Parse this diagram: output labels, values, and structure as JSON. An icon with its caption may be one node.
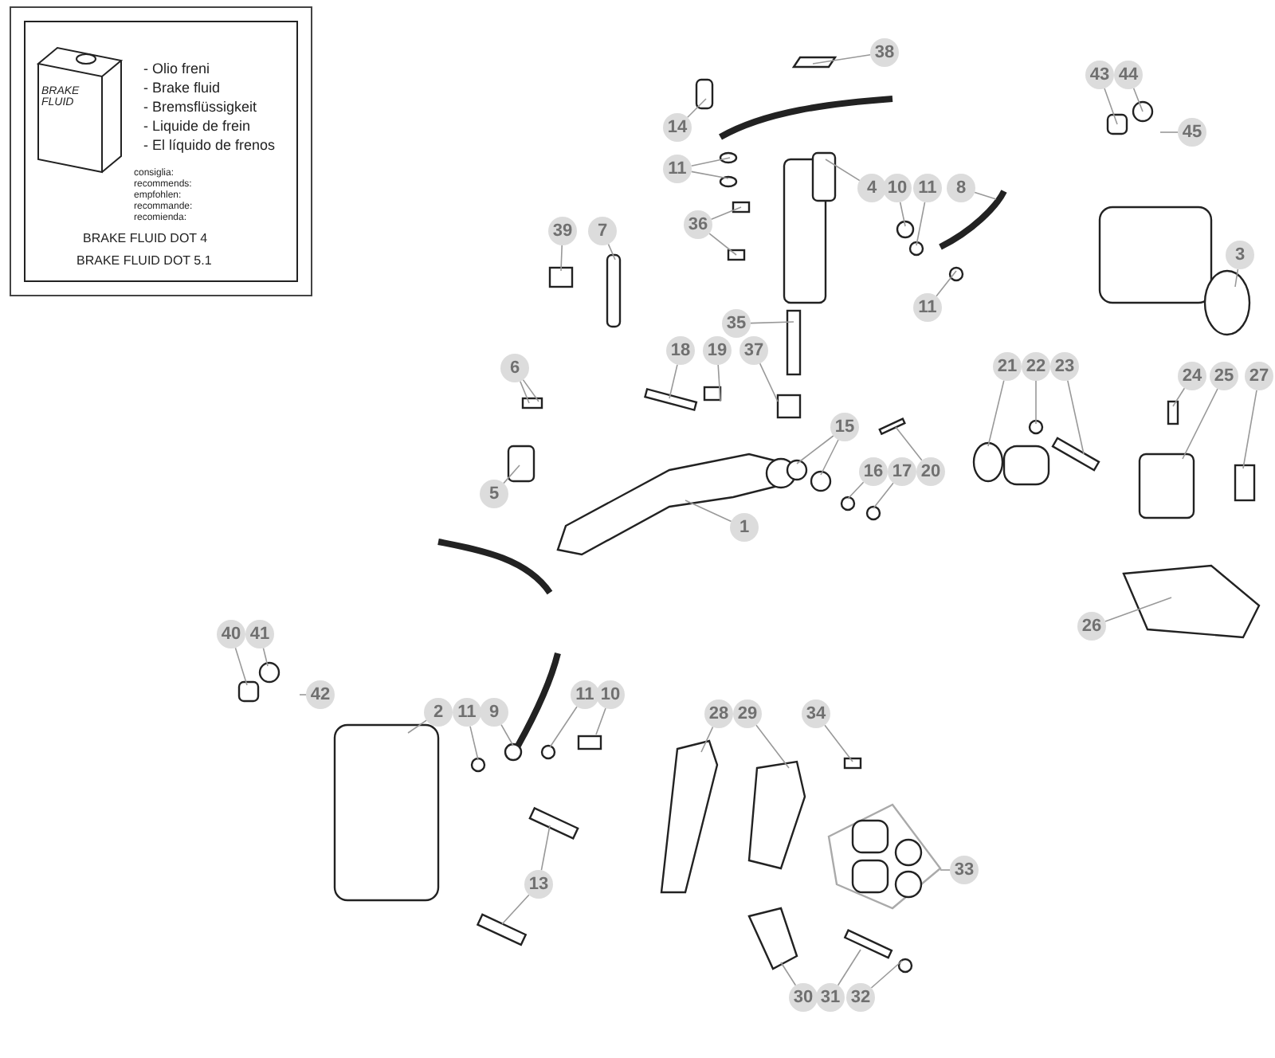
{
  "diagram": {
    "nodes": [
      {
        "text": [
          "- Olio freni",
          "- Brake fluid",
          "- Bremsflüssigkeit",
          "- Liquide de frein",
          "- El líquido de frenos",
          "consiglia:",
          "recommends:",
          "empfohlen:",
          "recommande:",
          "recomienda:",
          "BRAKE FLUID DOT 4",
          "BRAKE FLUID DOT 5.1"
        ]
      },
      {
        "text": [
          "BRAKE FLUID"
        ],
        "in": 0
      },
      {
        "text": [
          "38"
        ]
      },
      {
        "text": [
          "14"
        ]
      },
      {
        "text": [
          "11"
        ]
      },
      {
        "text": [
          "4"
        ]
      },
      {
        "text": [
          "10"
        ]
      },
      {
        "text": [
          "11"
        ]
      },
      {
        "text": [
          "8"
        ]
      },
      {
        "text": [
          "43"
        ]
      },
      {
        "text": [
          "44"
        ]
      },
      {
        "text": [
          "45"
        ]
      },
      {
        "text": [
          "36"
        ]
      },
      {
        "text": [
          "39"
        ]
      },
      {
        "text": [
          "7"
        ]
      },
      {
        "text": [
          "3"
        ]
      },
      {
        "text": [
          "11"
        ]
      },
      {
        "text": [
          "35"
        ]
      },
      {
        "text": [
          "18"
        ]
      },
      {
        "text": [
          "19"
        ]
      },
      {
        "text": [
          "37"
        ]
      },
      {
        "text": [
          "6"
        ]
      },
      {
        "text": [
          "21"
        ]
      },
      {
        "text": [
          "22"
        ]
      },
      {
        "text": [
          "23"
        ]
      },
      {
        "text": [
          "24"
        ]
      },
      {
        "text": [
          "25"
        ]
      },
      {
        "text": [
          "27"
        ]
      },
      {
        "text": [
          "15"
        ]
      },
      {
        "text": [
          "16"
        ]
      },
      {
        "text": [
          "17"
        ]
      },
      {
        "text": [
          "20"
        ]
      },
      {
        "text": [
          "5"
        ]
      },
      {
        "text": [
          "1"
        ]
      },
      {
        "text": [
          "26"
        ]
      },
      {
        "text": [
          "40"
        ]
      },
      {
        "text": [
          "41"
        ]
      },
      {
        "text": [
          "42"
        ]
      },
      {
        "text": [
          "2"
        ]
      },
      {
        "text": [
          "11"
        ]
      },
      {
        "text": [
          "9"
        ]
      },
      {
        "text": [
          "11"
        ]
      },
      {
        "text": [
          "10"
        ]
      },
      {
        "text": [
          "28"
        ]
      },
      {
        "text": [
          "29"
        ]
      },
      {
        "text": [
          "34"
        ]
      },
      {
        "text": [
          "33"
        ]
      },
      {
        "text": [
          "13"
        ]
      },
      {
        "text": [
          "30"
        ]
      },
      {
        "text": [
          "31"
        ]
      },
      {
        "text": [
          "32"
        ]
      }
    ],
    "edges": [
      {
        "from": 2,
        "to": null,
        "arrow": "none"
      },
      {
        "from": 3,
        "to": null,
        "arrow": "none"
      },
      {
        "from": 4,
        "to": null,
        "arrow": "none"
      },
      {
        "from": 4,
        "to": null,
        "arrow": "none"
      },
      {
        "from": 5,
        "to": null,
        "arrow": "none"
      },
      {
        "from": 6,
        "to": null,
        "arrow": "none"
      },
      {
        "from": 7,
        "to": null,
        "arrow": "none"
      },
      {
        "from": 8,
        "to": null,
        "arrow": "none"
      },
      {
        "from": 9,
        "to": null,
        "arrow": "none"
      },
      {
        "from": 10,
        "to": null,
        "arrow": "none"
      },
      {
        "from": 11,
        "to": null,
        "arrow": "none"
      },
      {
        "from": 12,
        "to": null,
        "arrow": "none"
      },
      {
        "from": 12,
        "to": null,
        "arrow": "none"
      },
      {
        "from": 13,
        "to": null,
        "arrow": "none"
      },
      {
        "from": 14,
        "to": null,
        "arrow": "none"
      },
      {
        "from": 15,
        "to": null,
        "arrow": "none"
      },
      {
        "from": 16,
        "to": null,
        "arrow": "none"
      },
      {
        "from": 17,
        "to": null,
        "arrow": "none"
      },
      {
        "from": 18,
        "to": null,
        "arrow": "none"
      },
      {
        "from": 19,
        "to": null,
        "arrow": "none"
      },
      {
        "from": 20,
        "to": null,
        "arrow": "none"
      },
      {
        "from": 21,
        "to": null,
        "arrow": "none"
      },
      {
        "from": 21,
        "to": null,
        "arrow": "none"
      },
      {
        "from": 22,
        "to": null,
        "arrow": "none"
      },
      {
        "from": 23,
        "to": null,
        "arrow": "none"
      },
      {
        "from": 24,
        "to": null,
        "arrow": "none"
      },
      {
        "from": 25,
        "to": null,
        "arrow": "none"
      },
      {
        "from": 26,
        "to": null,
        "arrow": "none"
      },
      {
        "from": 27,
        "to": null,
        "arrow": "none"
      },
      {
        "from": 28,
        "to": null,
        "arrow": "none"
      },
      {
        "from": 28,
        "to": null,
        "arrow": "none"
      },
      {
        "from": 29,
        "to": null,
        "arrow": "none"
      },
      {
        "from": 30,
        "to": null,
        "arrow": "none"
      },
      {
        "from": 31,
        "to": null,
        "arrow": "none"
      },
      {
        "from": 32,
        "to": null,
        "arrow": "none"
      },
      {
        "from": 33,
        "to": null,
        "arrow": "none"
      },
      {
        "from": 34,
        "to": null,
        "arrow": "none"
      },
      {
        "from": 35,
        "to": null,
        "arrow": "none"
      },
      {
        "from": 36,
        "to": null,
        "arrow": "none"
      },
      {
        "from": 37,
        "to": null,
        "arrow": "none"
      },
      {
        "from": 38,
        "to": null,
        "arrow": "none"
      },
      {
        "from": 39,
        "to": null,
        "arrow": "none"
      },
      {
        "from": 40,
        "to": null,
        "arrow": "none"
      },
      {
        "from": 41,
        "to": null,
        "arrow": "none"
      },
      {
        "from": 42,
        "to": null,
        "arrow": "none"
      },
      {
        "from": 43,
        "to": null,
        "arrow": "none"
      },
      {
        "from": 44,
        "to": null,
        "arrow": "none"
      },
      {
        "from": 45,
        "to": null,
        "arrow": "none"
      },
      {
        "from": 46,
        "to": null,
        "arrow": "none"
      },
      {
        "from": 47,
        "to": null,
        "arrow": "none"
      },
      {
        "from": 47,
        "to": null,
        "arrow": "none"
      },
      {
        "from": 48,
        "to": null,
        "arrow": "none"
      },
      {
        "from": 49,
        "to": null,
        "arrow": "none"
      },
      {
        "from": 50,
        "to": null,
        "arrow": "none"
      }
    ]
  }
}
